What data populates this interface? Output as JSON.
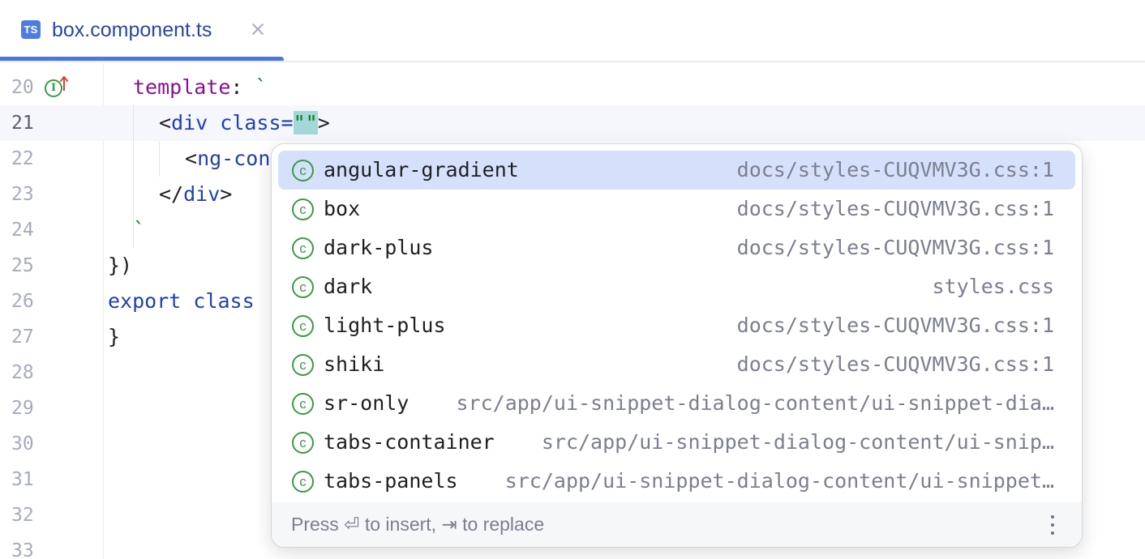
{
  "tab": {
    "icon_label": "TS",
    "file_name": "box.component.ts",
    "close_icon": "close-icon",
    "accent": "#4a78e0"
  },
  "editor": {
    "lines": [
      {
        "number": "20",
        "tokens": [
          {
            "text": "template",
            "cls": "kw-purple"
          },
          {
            "text": ": ",
            "cls": "plain"
          },
          {
            "text": "`",
            "cls": "str"
          }
        ],
        "indent": 164
      },
      {
        "number": "21",
        "current": true,
        "tokens": [
          {
            "text": "<",
            "cls": "plain"
          },
          {
            "text": "div",
            "cls": "tag-name"
          },
          {
            "text": " ",
            "cls": "plain"
          },
          {
            "text": "class",
            "cls": "attr-name"
          },
          {
            "text": "=",
            "cls": "attr-name"
          },
          {
            "text": "\"\"",
            "cls": "str str-highlight"
          },
          {
            "text": ">",
            "cls": "plain"
          }
        ],
        "indent": 196
      },
      {
        "number": "22",
        "tokens": [
          {
            "text": "<",
            "cls": "plain"
          },
          {
            "text": "ng-con",
            "cls": "tag-name"
          }
        ],
        "indent": 228
      },
      {
        "number": "23",
        "tokens": [
          {
            "text": "</",
            "cls": "plain"
          },
          {
            "text": "div",
            "cls": "tag-name"
          },
          {
            "text": ">",
            "cls": "plain"
          }
        ],
        "indent": 196
      },
      {
        "number": "24",
        "tokens": [
          {
            "text": "`",
            "cls": "str"
          }
        ],
        "indent": 164
      },
      {
        "number": "25",
        "tokens": [
          {
            "text": "})",
            "cls": "plain"
          }
        ],
        "indent": 133
      },
      {
        "number": "26",
        "tokens": [
          {
            "text": "export",
            "cls": "kw-blue"
          },
          {
            "text": " ",
            "cls": "plain"
          },
          {
            "text": "class",
            "cls": "kw-blue"
          }
        ],
        "indent": 133
      },
      {
        "number": "27",
        "tokens": [
          {
            "text": "}",
            "cls": "plain"
          }
        ],
        "indent": 133
      },
      {
        "number": "28",
        "tokens": [],
        "indent": 133
      },
      {
        "number": "29",
        "tokens": [],
        "indent": 133
      },
      {
        "number": "30",
        "tokens": [],
        "indent": 133
      },
      {
        "number": "31",
        "tokens": [],
        "indent": 133
      },
      {
        "number": "32",
        "tokens": [],
        "indent": 133
      },
      {
        "number": "33",
        "tokens": [],
        "indent": 133
      }
    ],
    "gutter_icon": "implements-interface-icon",
    "gutter_icon_glyph": "I"
  },
  "completion": {
    "items": [
      {
        "icon": "css-class-icon",
        "icon_glyph": "c",
        "name": "angular-gradient",
        "location": "docs/styles-CUQVMV3G.css:1",
        "selected": true
      },
      {
        "icon": "css-class-icon",
        "icon_glyph": "c",
        "name": "box",
        "location": "docs/styles-CUQVMV3G.css:1"
      },
      {
        "icon": "css-class-icon",
        "icon_glyph": "c",
        "name": "dark-plus",
        "location": "docs/styles-CUQVMV3G.css:1"
      },
      {
        "icon": "css-class-icon",
        "icon_glyph": "c",
        "name": "dark",
        "location": "styles.css"
      },
      {
        "icon": "css-class-icon",
        "icon_glyph": "c",
        "name": "light-plus",
        "location": "docs/styles-CUQVMV3G.css:1"
      },
      {
        "icon": "css-class-icon",
        "icon_glyph": "c",
        "name": "shiki",
        "location": "docs/styles-CUQVMV3G.css:1"
      },
      {
        "icon": "css-class-icon",
        "icon_glyph": "c",
        "name": "sr-only",
        "location": "src/app/ui-snippet-dialog-content/ui-snippet-dia…"
      },
      {
        "icon": "css-class-icon",
        "icon_glyph": "c",
        "name": "tabs-container",
        "location": "src/app/ui-snippet-dialog-content/ui-snip…"
      },
      {
        "icon": "css-class-icon",
        "icon_glyph": "c",
        "name": "tabs-panels",
        "location": "src/app/ui-snippet-dialog-content/ui-snippet…"
      }
    ],
    "footer_text": "Press ⏎ to insert, ⇥ to replace",
    "more_icon": "more-vertical-icon",
    "selected_color": "#d5e1fb",
    "icon_color": "#3c9a45"
  }
}
